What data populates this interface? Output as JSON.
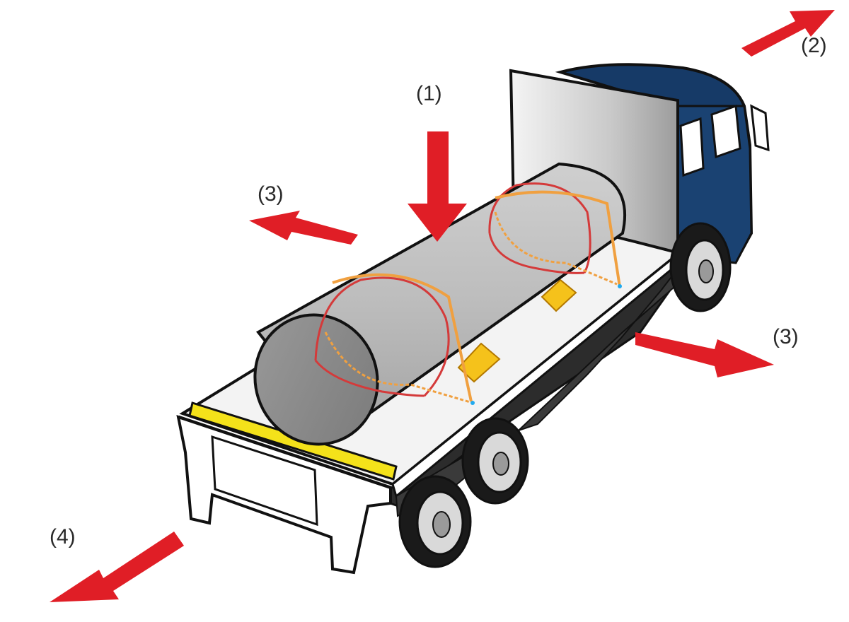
{
  "labels": {
    "down": "(1)",
    "forward": "(2)",
    "lateral_left": "(3)",
    "lateral_right": "(3)",
    "backward": "(4)"
  },
  "colors": {
    "arrow": "#e01e26",
    "cab": "#163a67",
    "cylinder": "#b9b9b9",
    "strap": "#f0a040",
    "chain": "#d43a3a",
    "chock": "#f5c21b",
    "bumper": "#f4e21a",
    "outline": "#111111"
  }
}
